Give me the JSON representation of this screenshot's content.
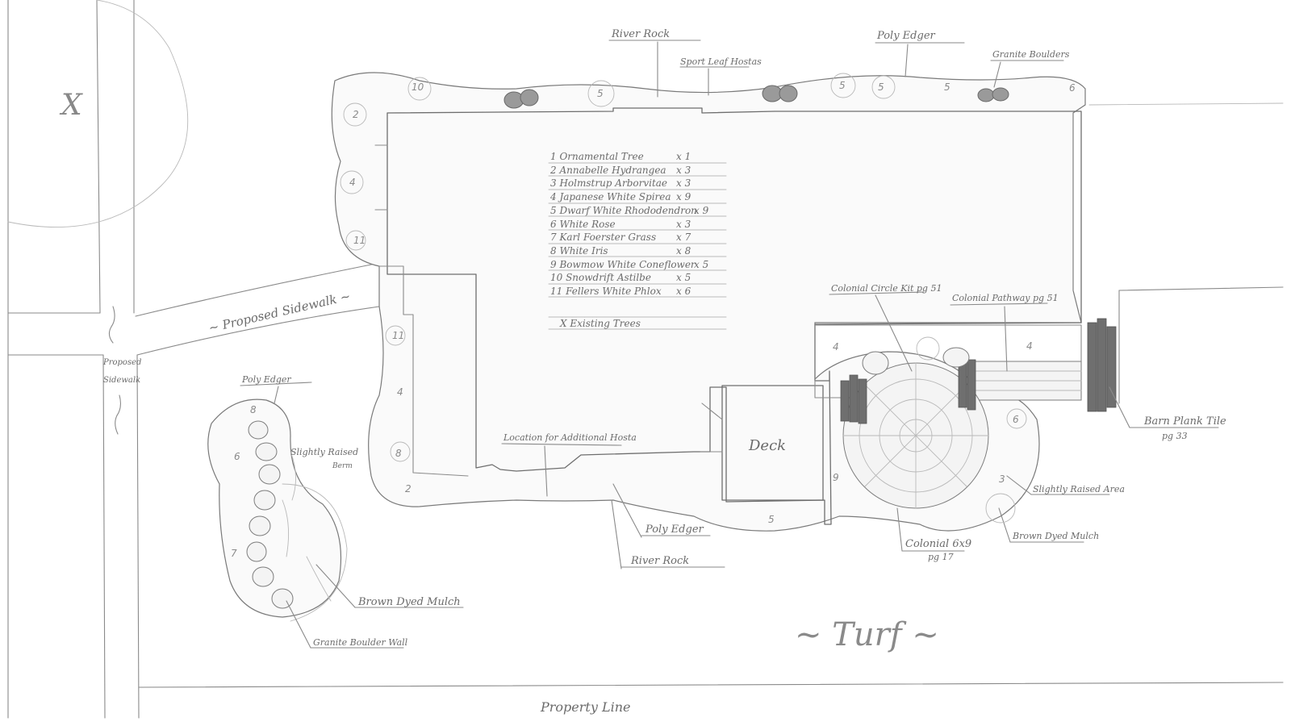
{
  "labels": {
    "river_rock_top": "River Rock",
    "sport_leaf_hostas": "Sport Leaf Hostas",
    "poly_edger_top": "Poly Edger",
    "granite_boulders": "Granite Boulders",
    "colonial_circle_kit": "Colonial Circle Kit pg 51",
    "colonial_pathway": "Colonial Pathway pg 51",
    "barn_plank_tile": "Barn Plank Tile",
    "barn_plank_tile_pg": "pg 33",
    "location_additional_hosta": "Location for Additional Hosta",
    "deck": "Deck",
    "poly_edger_bottom": "Poly Edger",
    "river_rock_bottom": "River Rock",
    "colonial_6x9": "Colonial 6x9",
    "colonial_6x9_pg": "pg 17",
    "slightly_raised_area": "Slightly Raised Area",
    "brown_dyed_mulch_right": "Brown Dyed Mulch",
    "poly_edger_left": "Poly Edger",
    "slightly_raised_berm": "Slightly Raised",
    "berm": "Berm",
    "brown_dyed_mulch_left": "Brown Dyed Mulch",
    "granite_boulder_wall": "Granite Boulder Wall",
    "proposed_sidewalk_h": "~ Proposed Sidewalk ~",
    "proposed_sidewalk_v_1": "Proposed",
    "proposed_sidewalk_v_2": "Sidewalk",
    "turf": "~ Turf ~",
    "property_line": "Property Line",
    "existing_tree_mark": "X"
  },
  "legend": [
    {
      "text": "1  Ornamental Tree",
      "qty": "x 1"
    },
    {
      "text": "2  Annabelle Hydrangea",
      "qty": "x 3"
    },
    {
      "text": "3  Holmstrup Arborvitae",
      "qty": "x 3"
    },
    {
      "text": "4  Japanese White Spirea",
      "qty": "x 9"
    },
    {
      "text": "5  Dwarf White Rhododendron",
      "qty": "x 9"
    },
    {
      "text": "6  White Rose",
      "qty": "x 3"
    },
    {
      "text": "7  Karl Foerster Grass",
      "qty": "x 7"
    },
    {
      "text": "8  White Iris",
      "qty": "x 8"
    },
    {
      "text": "9  Bowmow White Coneflower",
      "qty": "x 5"
    },
    {
      "text": "10  Snowdrift Astilbe",
      "qty": "x 5"
    },
    {
      "text": "11  Fellers White Phlox",
      "qty": "x 6"
    }
  ],
  "legend_existing": "X  Existing Trees",
  "plant_numbers": {
    "top_bed": [
      "10",
      "5",
      "5",
      "5",
      "5",
      "6"
    ],
    "left_bed": [
      "2",
      "4",
      "11",
      "11",
      "4",
      "8",
      "2"
    ],
    "island": [
      "8",
      "6",
      "7"
    ],
    "right_bed": [
      "4",
      "6",
      "3",
      "9",
      "5",
      "4"
    ]
  }
}
